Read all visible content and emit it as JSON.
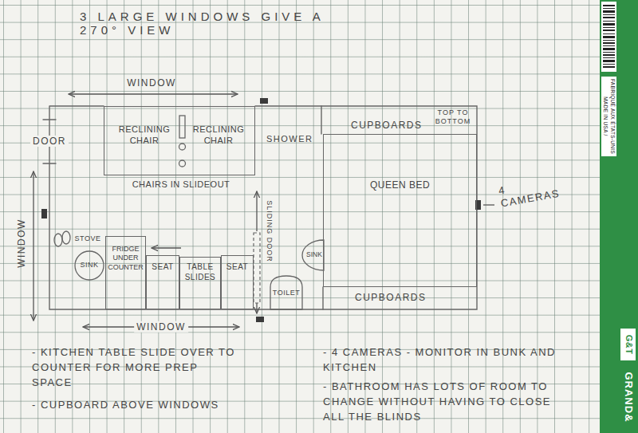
{
  "diagram": {
    "title": "3 LARGE WINDOWS GIVE A 270° VIEW",
    "nodes": [
      {
        "text": [
          "RECLINING CHAIR",
          "RECLINING CHAIR",
          "CHAIRS IN SLIDEOUT"
        ]
      },
      {
        "text": [
          "QUEEN BED"
        ]
      },
      {
        "text": [
          "STOVE"
        ]
      },
      {
        "text": [
          "SINK"
        ]
      },
      {
        "text": [
          "FRIDGE UNDER COUNTER"
        ]
      },
      {
        "text": [
          "SEAT"
        ]
      },
      {
        "text": [
          "TABLE SLIDES"
        ]
      },
      {
        "text": [
          "SEAT"
        ]
      },
      {
        "text": [
          "SINK"
        ]
      },
      {
        "text": [
          "TOILET"
        ]
      }
    ],
    "labels": [
      "WINDOW",
      "DOOR",
      "SHOWER",
      "CUPBOARDS",
      "TOP TO BOTTOM",
      "4 CAMERAS",
      "SLIDING DOOR",
      "CUPBOARDS",
      "WINDOW",
      "WINDOW",
      "- KITCHEN TABLE SLIDE OVER TO COUNTER FOR MORE PREP SPACE",
      "- CUPBOARD ABOVE WINDOWS",
      "- 4 CAMERAS - MONITOR IN BUNK AND KITCHEN",
      "- BATHROOM HAS LOTS OF ROOM TO CHANGE WITHOUT HAVING TO CLOSE ALL THE BLINDS",
      "MADE IN USA /",
      "FABRIQUÉ AUX ÉTATS-UNIS",
      "G&T",
      "GRAND&"
    ]
  }
}
